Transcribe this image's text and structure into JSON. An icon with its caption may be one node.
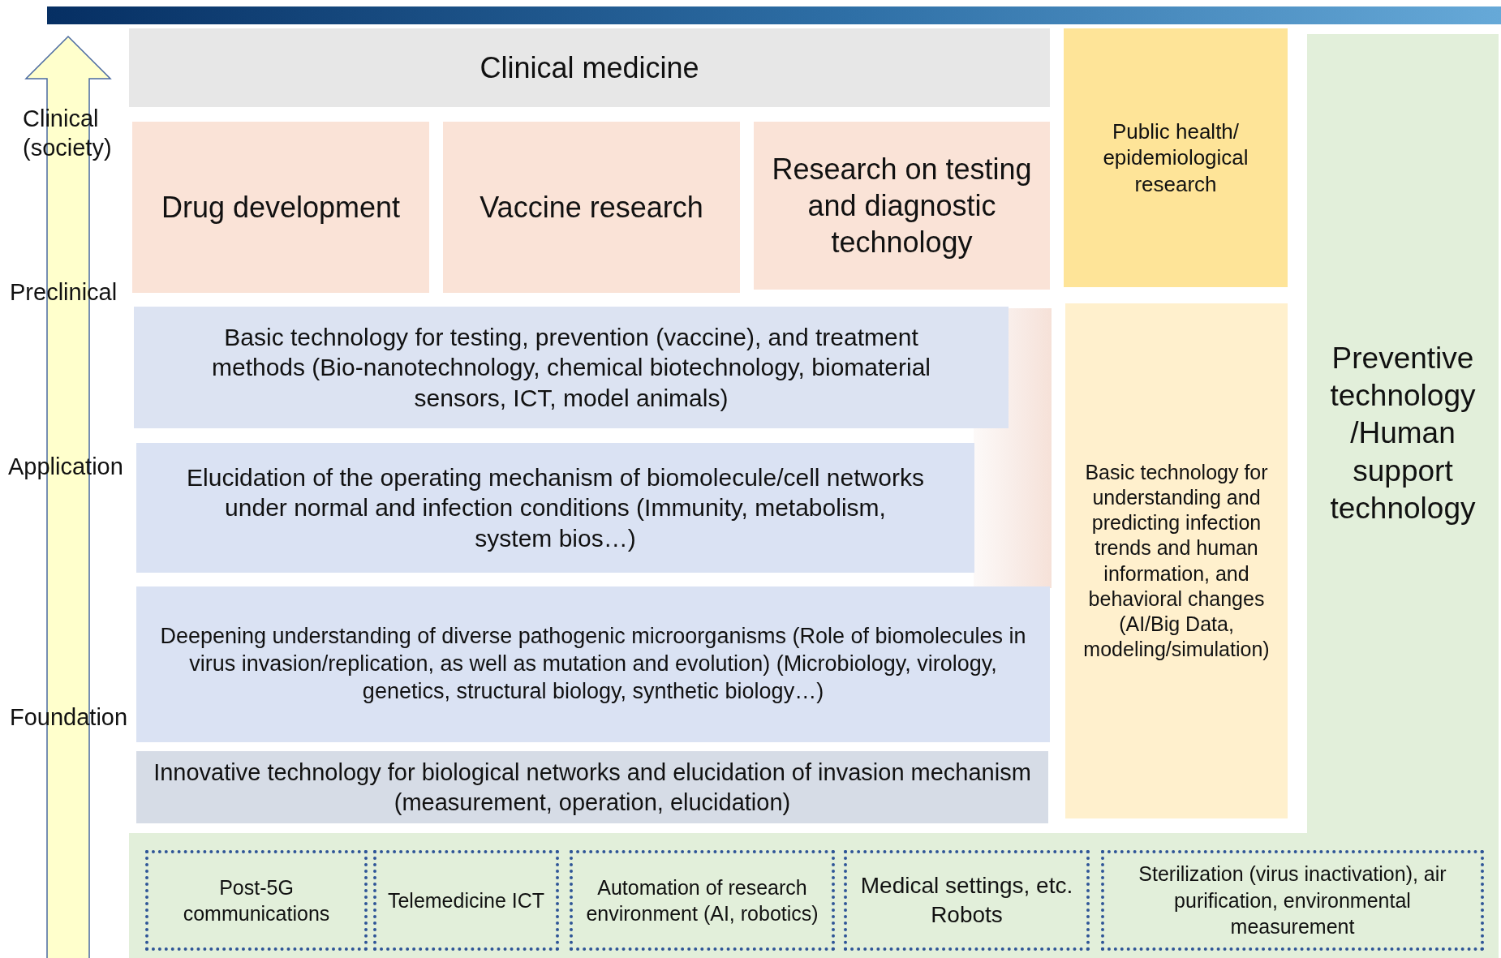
{
  "diagram": {
    "nodes": [
      {
        "text": [
          "Clinical medicine"
        ]
      },
      {
        "text": [
          "Drug development"
        ]
      },
      {
        "text": [
          "Vaccine research"
        ]
      },
      {
        "text": [
          "Research on testing and diagnostic technology"
        ]
      },
      {
        "text": [
          "Public health/ epidemiological research"
        ]
      },
      {
        "text": [
          "Basic technology for testing, prevention (vaccine), and treatment methods (Bio-nanotechnology, chemical biotechnology, biomaterial sensors, ICT, model animals)"
        ]
      },
      {
        "text": [
          "Elucidation of the operating mechanism of biomolecule/cell networks under normal and infection conditions (Immunity, metabolism, system bios…)"
        ]
      },
      {
        "text": [
          "Deepening understanding of diverse pathogenic microorganisms (Role of biomolecules in virus invasion/replication, as well as mutation and evolution) (Microbiology, virology, genetics, structural biology, synthetic biology…)"
        ]
      },
      {
        "text": [
          "Innovative technology for biological networks and elucidation of invasion mechanism (measurement, operation, elucidation)"
        ]
      },
      {
        "text": [
          "Basic technology for understanding and predicting infection trends and human information, and behavioral changes (AI/Big Data, modeling/simulation)"
        ]
      },
      {
        "text": [
          "Preventive technology /Human support technology"
        ]
      },
      {
        "text": [
          "Post-5G communications"
        ]
      },
      {
        "text": [
          "Telemedicine ICT"
        ]
      },
      {
        "text": [
          "Automation of research environment (AI, robotics)"
        ]
      },
      {
        "text": [
          "Medical settings, etc. Robots"
        ]
      },
      {
        "text": [
          "Sterilization (virus inactivation), air purification, environmental measurement"
        ]
      },
      {
        "text": [],
        "shape": "bar"
      }
    ],
    "labels": [
      "Clinical (society)",
      "Preclinical",
      "Application",
      "Foundation"
    ]
  }
}
